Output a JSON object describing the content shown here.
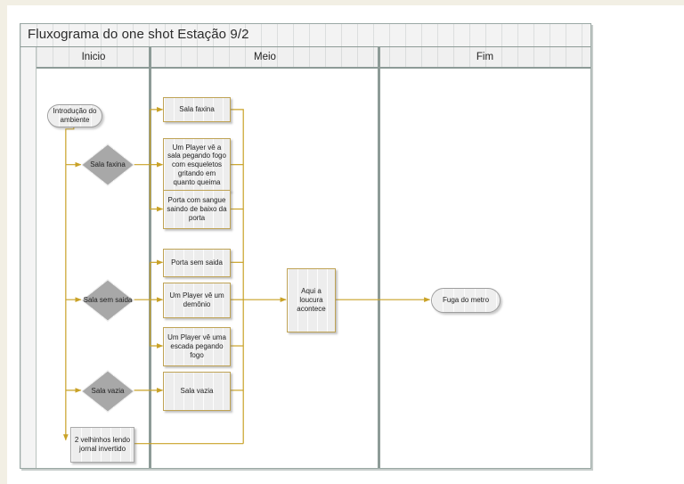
{
  "title": "Fluxograma do one shot Estação 9/2",
  "lanes": [
    {
      "label": "Inicio"
    },
    {
      "label": "Meio"
    },
    {
      "label": "Fim"
    }
  ],
  "colors": {
    "connector": "#c9a227",
    "frame": "#8d9b97",
    "process_border": "#bfa355",
    "shape_fill": "#ededed",
    "page_background": "#f2efe4",
    "canvas": "#ffffff"
  },
  "nodes": {
    "start": {
      "label": "Introdução do ambiente",
      "shape": "terminator",
      "lane": "Inicio"
    },
    "decision_faxina": {
      "label": "Sala faxina",
      "shape": "decision",
      "lane": "Inicio"
    },
    "decision_sem_saida": {
      "label": "Sala sem saida",
      "shape": "decision",
      "lane": "Inicio"
    },
    "decision_vazia": {
      "label": "Sala vazia",
      "shape": "decision",
      "lane": "Inicio"
    },
    "velhinhos": {
      "label": "2 velhinhos lendo jornal invertido",
      "shape": "process",
      "lane": "Inicio"
    },
    "sala_faxina_evt": {
      "label": "Sala faxina",
      "shape": "process",
      "lane": "Meio"
    },
    "player_fogo": {
      "label": "Um Player vê a sala pegando fogo com esqueletos gritando em quanto queima",
      "shape": "process",
      "lane": "Meio"
    },
    "porta_sangue": {
      "label": "Porta com sangue saindo de baixo da porta",
      "shape": "process",
      "lane": "Meio"
    },
    "porta_sem_saida": {
      "label": "Porta sem saida",
      "shape": "process",
      "lane": "Meio"
    },
    "player_demonio": {
      "label": "Um Player vê um demônio",
      "shape": "process",
      "lane": "Meio"
    },
    "player_escada": {
      "label": "Um Player vê uma escada pegando fogo",
      "shape": "process",
      "lane": "Meio"
    },
    "sala_vazia_evt": {
      "label": "Sala vazia",
      "shape": "process",
      "lane": "Meio"
    },
    "loucura": {
      "label": "Aqui a loucura acontece",
      "shape": "process",
      "lane": "Meio"
    },
    "fuga": {
      "label": "Fuga do metro",
      "shape": "terminator",
      "lane": "Fim"
    }
  }
}
